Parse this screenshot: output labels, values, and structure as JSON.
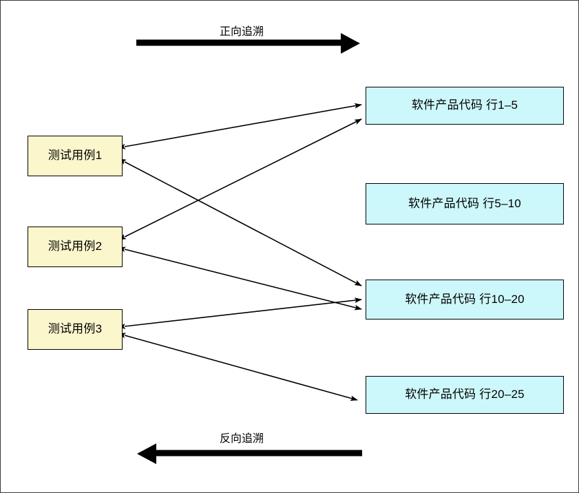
{
  "diagram": {
    "title_top": "正向追溯",
    "title_bottom": "反向追溯",
    "colors": {
      "test_case_fill": "#fbf6cc",
      "code_fill": "#cdf8fb",
      "stroke": "#000000",
      "background": "#ffffff"
    },
    "banners": [
      {
        "name": "forward-trace",
        "label": "正向追溯",
        "direction": "right"
      },
      {
        "name": "backward-trace",
        "label": "反向追溯",
        "direction": "left"
      }
    ],
    "test_cases": [
      {
        "label": "测试用例1"
      },
      {
        "label": "测试用例2"
      },
      {
        "label": "测试用例3"
      }
    ],
    "code_blocks": [
      {
        "label": "软件产品代码 行1–5"
      },
      {
        "label": "软件产品代码 行5–10"
      },
      {
        "label": "软件产品代码 行10–20"
      },
      {
        "label": "软件产品代码 行20–25"
      }
    ],
    "links": [
      {
        "from": "测试用例1",
        "to": "软件产品代码 行1–5",
        "arrows": "both"
      },
      {
        "from": "测试用例1",
        "to": "软件产品代码 行10–20",
        "arrows": "both"
      },
      {
        "from": "测试用例2",
        "to": "软件产品代码 行1–5",
        "arrows": "both"
      },
      {
        "from": "测试用例2",
        "to": "软件产品代码 行10–20",
        "arrows": "both"
      },
      {
        "from": "测试用例3",
        "to": "软件产品代码 行10–20",
        "arrows": "both"
      },
      {
        "from": "测试用例3",
        "to": "软件产品代码 行20–25",
        "arrows": "both"
      }
    ]
  }
}
